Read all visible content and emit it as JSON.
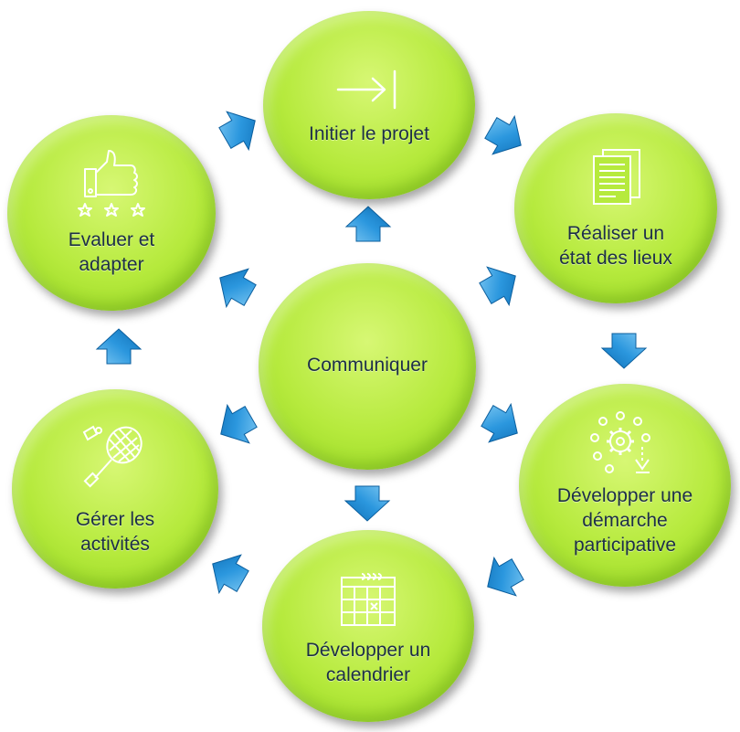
{
  "center": {
    "label": "Communiquer"
  },
  "steps": [
    {
      "id": "initier",
      "label": "Initier le projet",
      "icon": "arrow-to-bar-icon"
    },
    {
      "id": "realiser",
      "label": "Réaliser un\nétat des lieux",
      "icon": "documents-icon"
    },
    {
      "id": "developper-demarche",
      "label": "Développer une\ndémarche\nparticipative",
      "icon": "process-gear-icon"
    },
    {
      "id": "developper-calendrier",
      "label": "Développer un\ncalendrier",
      "icon": "calendar-icon"
    },
    {
      "id": "gerer",
      "label": "Gérer les\nactivités",
      "icon": "badminton-icon"
    },
    {
      "id": "evaluer",
      "label": "Evaluer et\nadapter",
      "icon": "thumbs-up-stars-icon"
    }
  ],
  "colors": {
    "circle": "#b6ea3d",
    "arrow": "#1f8fd8",
    "text": "#1d2f47",
    "icon": "#ffffff"
  }
}
